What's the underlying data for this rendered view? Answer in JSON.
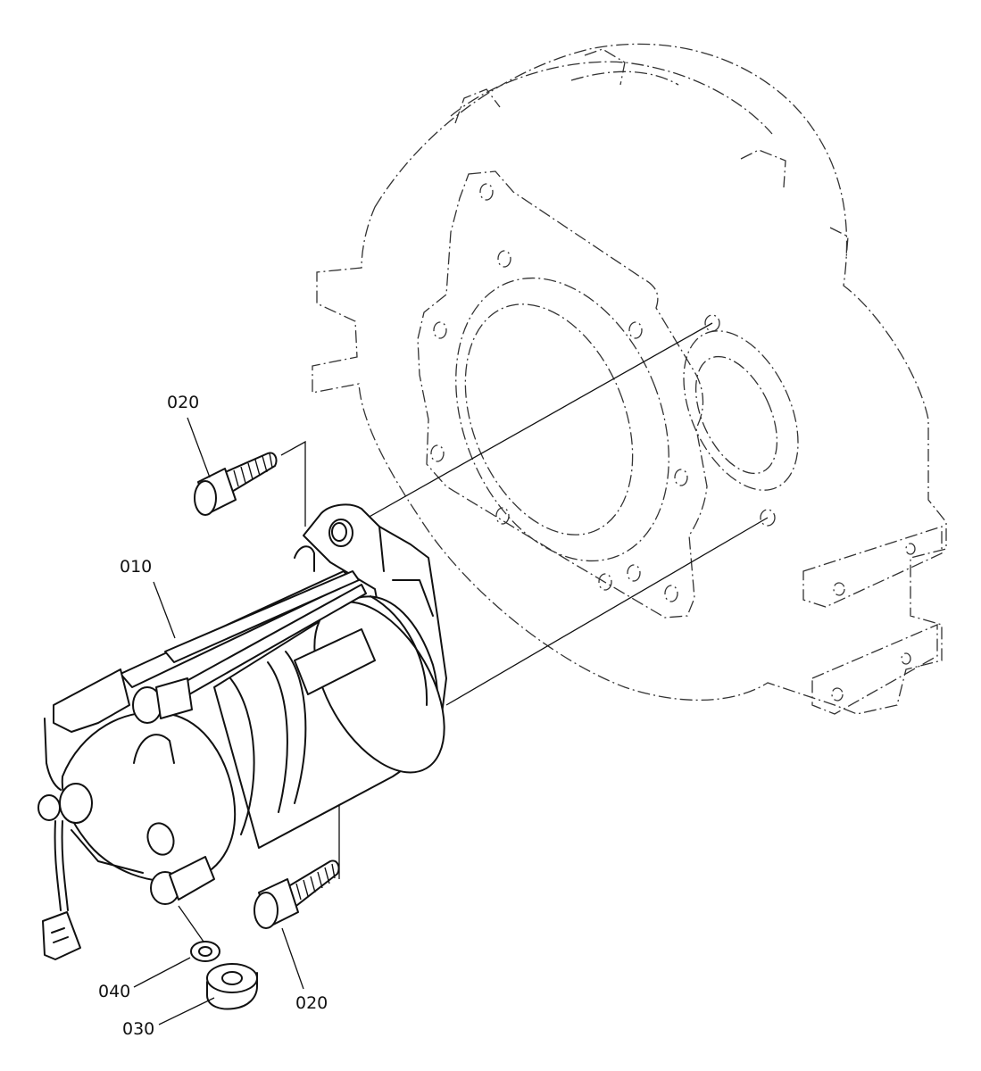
{
  "diagram": {
    "callouts": {
      "starter_motor": "010",
      "bolt_upper": "020",
      "bolt_lower": "020",
      "nut": "030",
      "washer": "040"
    }
  }
}
